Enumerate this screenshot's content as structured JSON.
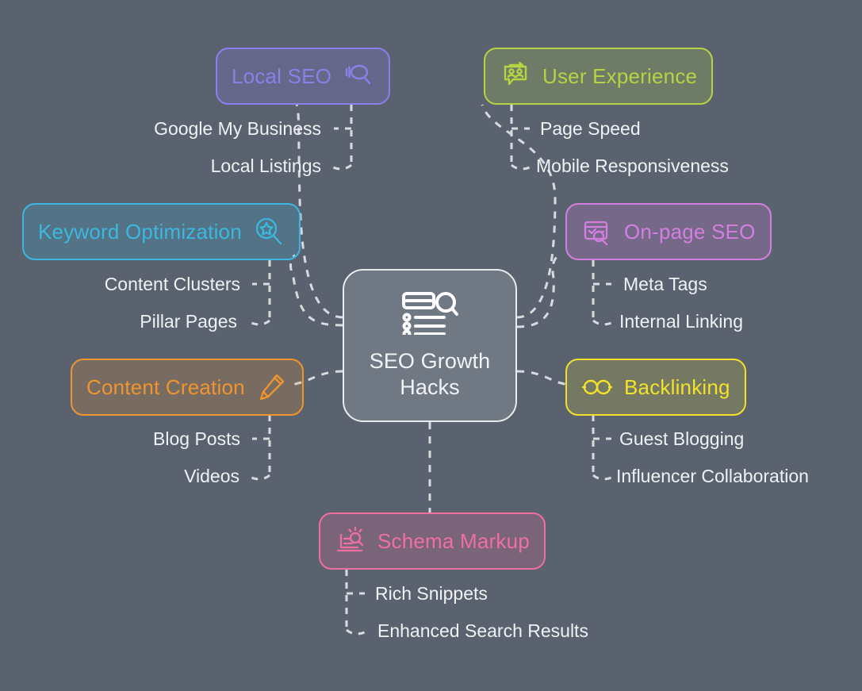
{
  "diagram": {
    "title": "SEO Growth Hacks mind map",
    "background_color": "#5a6270",
    "connector_color": "#d8dade",
    "sub_text_color": "#f0f1f3"
  },
  "center": {
    "label": "SEO Growth\nHacks",
    "line1": "SEO Growth",
    "line2": "Hacks",
    "icon": "list-search-icon",
    "color": "#e8eaed"
  },
  "branches": [
    {
      "id": "local-seo",
      "label": "Local SEO",
      "icon": "map-search-icon",
      "color": "#8b7fe8",
      "children": [
        "Google My Business",
        "Local Listings"
      ]
    },
    {
      "id": "user-experience",
      "label": "User Experience",
      "icon": "users-feedback-icon",
      "color": "#b5d444",
      "children": [
        "Page Speed",
        "Mobile Responsiveness"
      ]
    },
    {
      "id": "keyword-optimization",
      "label": "Keyword Optimization",
      "icon": "star-magnifier-icon",
      "color": "#3bb8e0",
      "children": [
        "Content Clusters",
        "Pillar Pages"
      ]
    },
    {
      "id": "on-page-seo",
      "label": "On-page SEO",
      "icon": "browser-search-icon",
      "color": "#d47fe0",
      "children": [
        "Meta Tags",
        "Internal Linking"
      ]
    },
    {
      "id": "content-creation",
      "label": "Content Creation",
      "icon": "pencil-icon",
      "color": "#f0952e",
      "children": [
        "Blog Posts",
        "Videos"
      ]
    },
    {
      "id": "backlinking",
      "label": "Backlinking",
      "icon": "chain-link-icon",
      "color": "#f2e22c",
      "children": [
        "Guest Blogging",
        "Influencer Collaboration"
      ]
    },
    {
      "id": "schema-markup",
      "label": "Schema Markup",
      "icon": "laptop-search-icon",
      "color": "#ef6fa0",
      "children": [
        "Rich Snippets",
        "Enhanced Search Results"
      ]
    }
  ]
}
